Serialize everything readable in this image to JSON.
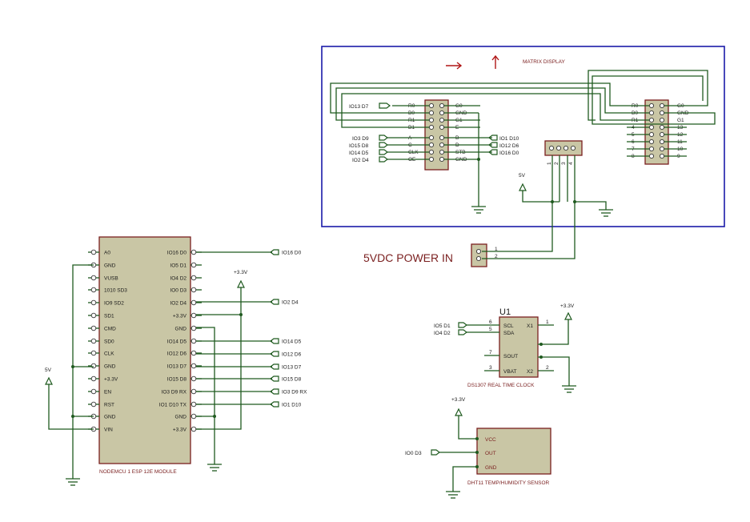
{
  "matrix": {
    "title": "MATRIX DISPLAY",
    "left_connector": {
      "left_pins": [
        "R0",
        "B0",
        "R1",
        "B1",
        "A",
        "C",
        "CLK",
        "OE"
      ],
      "right_pins": [
        "G0",
        "GND",
        "G1",
        "E",
        "B",
        "D",
        "STB",
        "GND"
      ]
    },
    "right_connector": {
      "left_pins": [
        "R0",
        "B0",
        "R1",
        "4",
        "5",
        "6",
        "7",
        "8"
      ],
      "right_pins": [
        "G0",
        "GND",
        "G1",
        "13",
        "12",
        "11",
        "10",
        "9"
      ]
    },
    "left_ports": [
      "IO13  D7",
      "IO3  D9",
      "IO15  D8",
      "IO14  D5",
      "IO2  D4"
    ],
    "right_ports": [
      "IO1  D10",
      "IO12  D6",
      "IO16  D0"
    ],
    "power_header_pins": [
      "1",
      "2",
      "3",
      "4"
    ],
    "power_label": "5V"
  },
  "power_in": {
    "label": "5VDC POWER IN",
    "pins": [
      "1",
      "2"
    ]
  },
  "nodemcu": {
    "caption": "NODEMCU 1 ESP 12E MODULE",
    "left_pins": [
      "A0",
      "GND",
      "VUSB",
      "1010  SD3",
      "IO9  SD2",
      "SD1",
      "CMD",
      "SD0",
      "CLK",
      "GND",
      "+3.3V",
      "EN",
      "RST",
      "GND",
      "VIN"
    ],
    "right_pins": [
      "IO16  D0",
      "IO5  D1",
      "IO4  D2",
      "IO0  D3",
      "IO2  D4",
      "+3.3V",
      "GND",
      "IO14  D5",
      "IO12  D6",
      "IO13  D7",
      "IO15  D8",
      "IO3  D9 RX",
      "IO1  D10 TX",
      "GND",
      "+3.3V"
    ],
    "rail_label": "+3.3V",
    "vin_label": "5V",
    "ports": [
      "IO16  D0",
      "IO2  D4",
      "IO14  D5",
      "IO12  D6",
      "IO13  D7",
      "IO15  D8",
      "IO3  D9 RX",
      "IO1  D10"
    ]
  },
  "rtc": {
    "ref": "U1",
    "caption": "DS1307 REAL TIME CLOCK",
    "pins_left": [
      "SCL",
      "SDA",
      "SOUT",
      "VBAT"
    ],
    "pins_right": [
      "X1",
      "X2"
    ],
    "pin_numbers": [
      "6",
      "5",
      "7",
      "3",
      "1",
      "2"
    ],
    "ports": [
      "IO5  D1",
      "IO4  D2"
    ],
    "power_label": "+3.3V"
  },
  "dht": {
    "caption": "DHT11 TEMP/HUMIDITY SENSOR",
    "pins": [
      "VCC",
      "OUT",
      "GND"
    ],
    "port": "IO0  D3",
    "power_label": "+3.3V"
  }
}
